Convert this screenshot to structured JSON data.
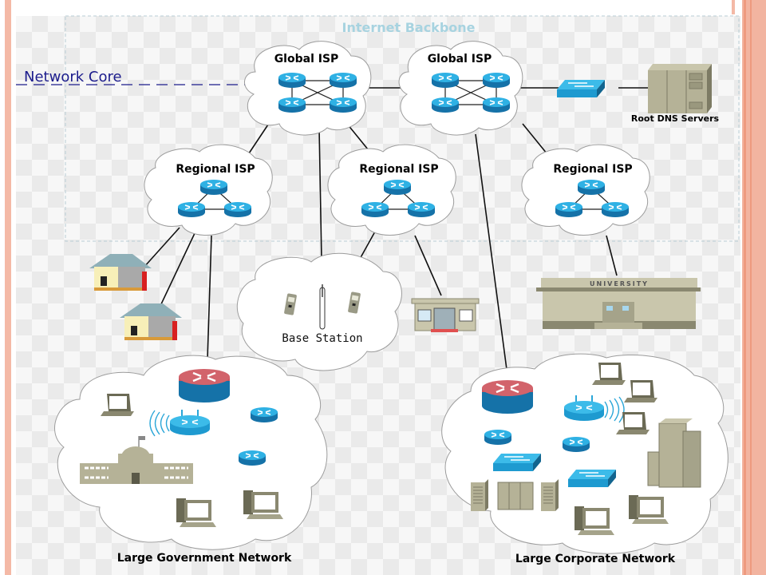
{
  "diagram": {
    "backbone_label": "Internet Backbone",
    "core_label": "Network Core",
    "global_isp": [
      "Global ISP",
      "Global ISP"
    ],
    "regional_isp": [
      "Regional ISP",
      "Regional ISP",
      "Regional ISP"
    ],
    "root_dns": "Root DNS Servers",
    "base_station": "Base Station",
    "university": "UNIVERSITY",
    "gov_network": "Large Government Network",
    "corp_network": "Large Corporate Network"
  },
  "colors": {
    "router_blue": "#1a8fc8",
    "router_top": "#29b0e6",
    "core_router_red": "#c9545e",
    "core_label": "#1c1c8c",
    "backbone_label": "#a7d3e0",
    "building": "#b5b297",
    "accent_border": "#f4b9a6"
  }
}
